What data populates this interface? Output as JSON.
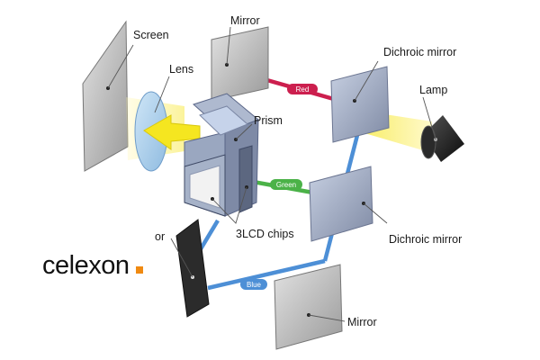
{
  "labels": {
    "screen": "Screen",
    "lens": "Lens",
    "mirror_top": "Mirror",
    "dichroic_top": "Dichroic mirror",
    "lamp": "Lamp",
    "prism": "Prism",
    "dichroic_mid": "Dichroic mirror",
    "lcd_chips": "3LCD chips",
    "mirror_left_partial": "or",
    "mirror_bottom": "Mirror"
  },
  "beams": {
    "red": "Red",
    "green": "Green",
    "blue": "Blue"
  },
  "brand": {
    "name": "celexon"
  },
  "colors": {
    "red_beam": "#cc1f4e",
    "green_beam": "#4bb248",
    "blue_beam": "#4d8fd6",
    "light_beam": "#fbf39a",
    "accent": "#f08a12"
  }
}
